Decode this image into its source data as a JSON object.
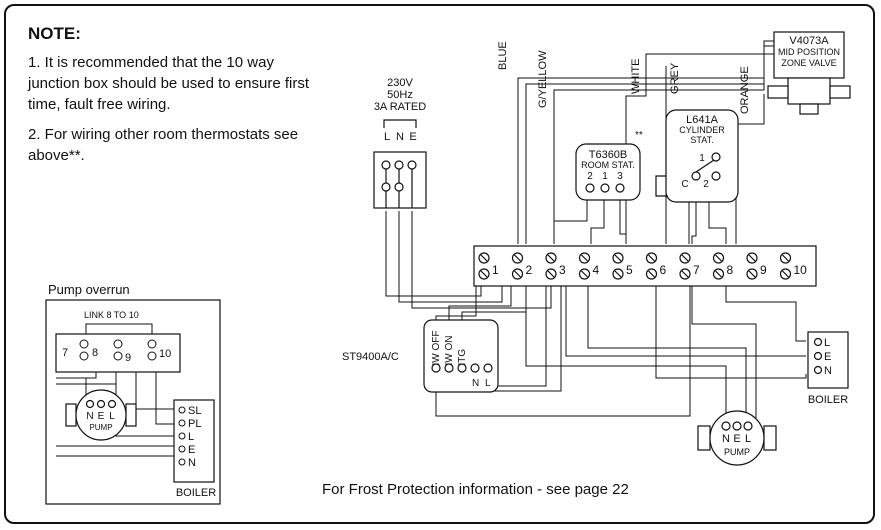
{
  "note": {
    "title": "NOTE:",
    "item1": "1. It is recommended that the 10 way junction box should be used to ensure first time, fault free wiring.",
    "item2": "2. For wiring other room thermostats see above**."
  },
  "supply": {
    "line1": "230V",
    "line2": "50Hz",
    "line3": "3A RATED",
    "terms": [
      "L",
      "N",
      "E"
    ]
  },
  "wires": {
    "blue": "BLUE",
    "gyellow": "G/YELLOW",
    "white": "WHITE",
    "grey": "GREY",
    "orange": "ORANGE"
  },
  "valve": {
    "line1": "V4073A",
    "line2": "MID POSITION",
    "line3": "ZONE VALVE"
  },
  "roomstat": {
    "model": "T6360B",
    "name": "ROOM STAT.",
    "mark": "**",
    "terms": [
      "2",
      "1",
      "3"
    ]
  },
  "cylstat": {
    "model": "L641A",
    "line2": "CYLINDER",
    "line3": "STAT.",
    "t1": "1",
    "tc": "C",
    "t2": "2"
  },
  "junction": {
    "terms": [
      "1",
      "2",
      "3",
      "4",
      "5",
      "6",
      "7",
      "8",
      "9",
      "10"
    ]
  },
  "programmer": {
    "model": "ST9400A/C",
    "terms": [
      "HW OFF",
      "HW ON",
      "HTG",
      "N",
      "L"
    ]
  },
  "boiler_right": {
    "terms": [
      "L",
      "E",
      "N"
    ],
    "label": "BOILER"
  },
  "pump_right": {
    "terms": [
      "N",
      "E",
      "L"
    ],
    "label": "PUMP"
  },
  "overrun": {
    "title": "Pump overrun",
    "link": "LINK 8 TO 10",
    "terms": [
      "7",
      "8",
      "9",
      "10"
    ],
    "pump_terms": [
      "N",
      "E",
      "L"
    ],
    "pump_label": "PUMP",
    "boiler_terms": [
      "SL",
      "PL",
      "L",
      "E",
      "N"
    ],
    "boiler_label": "BOILER"
  },
  "footer": "For Frost Protection information - see page 22"
}
